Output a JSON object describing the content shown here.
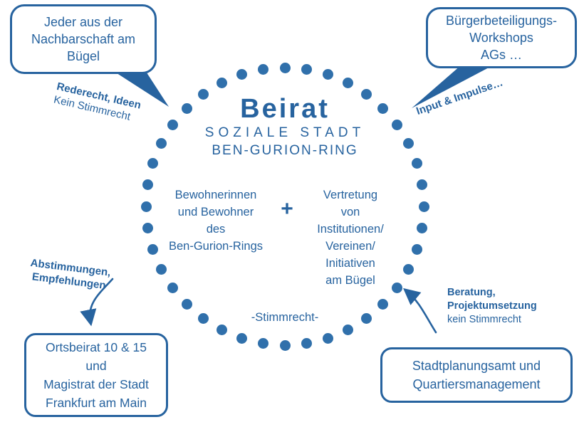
{
  "colors": {
    "primary": "#27639f",
    "dot": "#3070ab",
    "background": "#ffffff"
  },
  "center": {
    "title": "Beirat",
    "subtitle1": "SOZIALE STADT",
    "subtitle2": "BEN-GURION-RING",
    "members_left": "Bewohnerinnen\nund Bewohner\ndes\nBen-Gurion-Rings",
    "plus": "+",
    "members_right": "Vertretung\nvon\nInstitutionen/\nVereinen/\nInitiativen\nam Bügel",
    "voting": "-Stimmrecht-"
  },
  "bubbles": {
    "top_left": "Jeder aus der\nNachbarschaft am\nBügel",
    "top_right": "Bürgerbeteiligungs-\nWorkshops\nAGs …"
  },
  "boxes": {
    "bottom_left": "Ortsbeirat 10 & 15\nund\nMagistrat der Stadt\nFrankfurt am Main",
    "bottom_right": "Stadtplanungsamt und\nQuartiersmanagement"
  },
  "labels": {
    "top_left_bold": "Rederecht, Ideen",
    "top_left_regular": "Kein Stimmrecht",
    "top_right_bold": "Input & Impulse…",
    "bottom_left_bold": "Abstimmungen,\nEmpfehlungen",
    "bottom_right_bold": "Beratung,\nProjektumsetzung",
    "bottom_right_regular": "kein Stimmrecht"
  }
}
